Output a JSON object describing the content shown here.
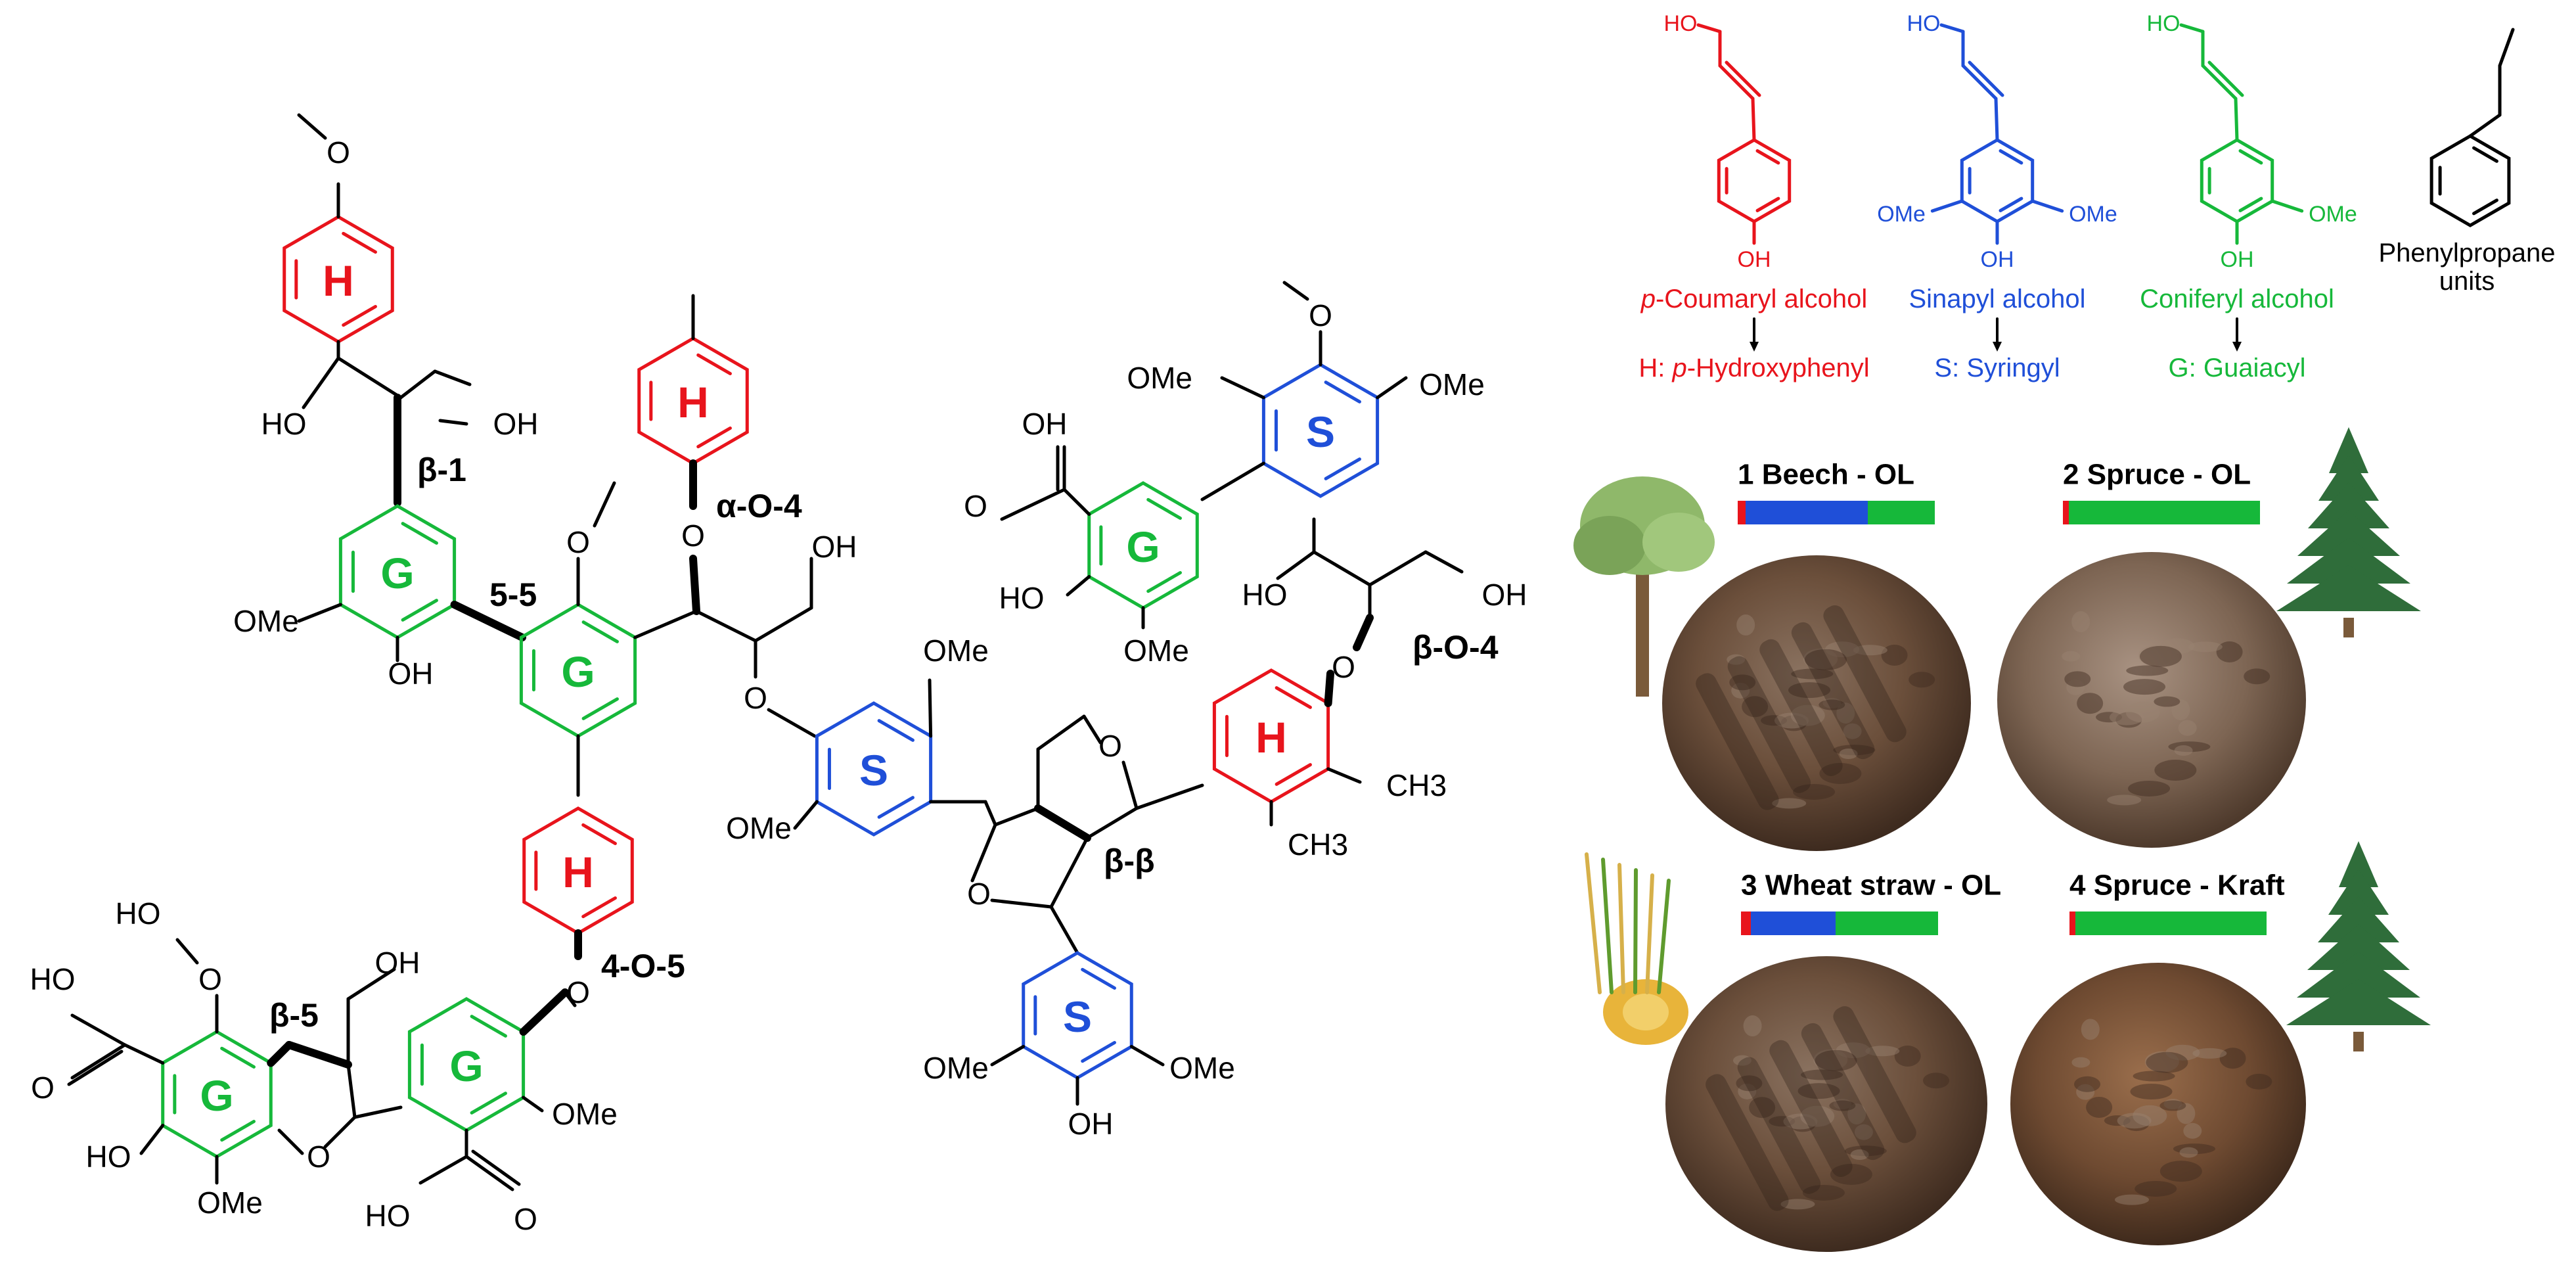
{
  "colors": {
    "h_unit": "#e8141c",
    "s_unit": "#1f4fd8",
    "g_unit": "#16b83a",
    "bond": "#000000",
    "soil_dark": "#4a3426",
    "soil_mid": "#6b4f3b",
    "soil_light": "#8a7260",
    "tree_green": "#2f6d3a",
    "crown_green": "#8fb86a",
    "trunk": "#7a5a3a",
    "straw": "#e8b43a"
  },
  "structure": {
    "ring_letters": {
      "h": "H",
      "g": "G",
      "s": "S"
    },
    "groups": {
      "ho": "HO",
      "oh": "OH",
      "ome": "OMe",
      "o": "O",
      "ch3": "CH3",
      "ch": "CH",
      "sub3": "3"
    },
    "linkages": {
      "b1": "β-1",
      "b5": "β-5",
      "b_b": "β-β",
      "b_o_4": "β-O-4",
      "a_o_4": "α-O-4",
      "five_five": "5-5",
      "four_o_five": "4-O-5"
    }
  },
  "monomers": [
    {
      "name": "p-Coumaryl alcohol",
      "italic_prefix": "p",
      "rest": "-Coumaryl alcohol",
      "unit_prefix": "H: ",
      "unit_italic": "p",
      "unit_rest": "-Hydroxyphenyl",
      "color": "#e8141c"
    },
    {
      "name": "Sinapyl alcohol",
      "italic_prefix": "",
      "rest": "Sinapyl alcohol",
      "unit_prefix": "S: ",
      "unit_italic": "",
      "unit_rest": "Syringyl",
      "color": "#1f4fd8"
    },
    {
      "name": "Coniferyl alcohol",
      "italic_prefix": "",
      "rest": "Coniferyl alcohol",
      "unit_prefix": "G: ",
      "unit_italic": "",
      "unit_rest": "Guaiacyl",
      "color": "#16b83a"
    }
  ],
  "phenylpropane": {
    "line1": "Phenylpropane",
    "line2": "units"
  },
  "samples": [
    {
      "label": "1 Beech - OL",
      "composition": {
        "H": 0.04,
        "S": 0.62,
        "G": 0.34
      },
      "source": "beech-tree"
    },
    {
      "label": "2 Spruce - OL",
      "composition": {
        "H": 0.03,
        "S": 0.0,
        "G": 0.97
      },
      "source": "spruce-tree"
    },
    {
      "label": "3 Wheat straw - OL",
      "composition": {
        "H": 0.05,
        "S": 0.43,
        "G": 0.52
      },
      "source": "wheat-straw"
    },
    {
      "label": "4 Spruce - Kraft",
      "composition": {
        "H": 0.03,
        "S": 0.0,
        "G": 0.97
      },
      "source": "spruce-tree"
    }
  ]
}
